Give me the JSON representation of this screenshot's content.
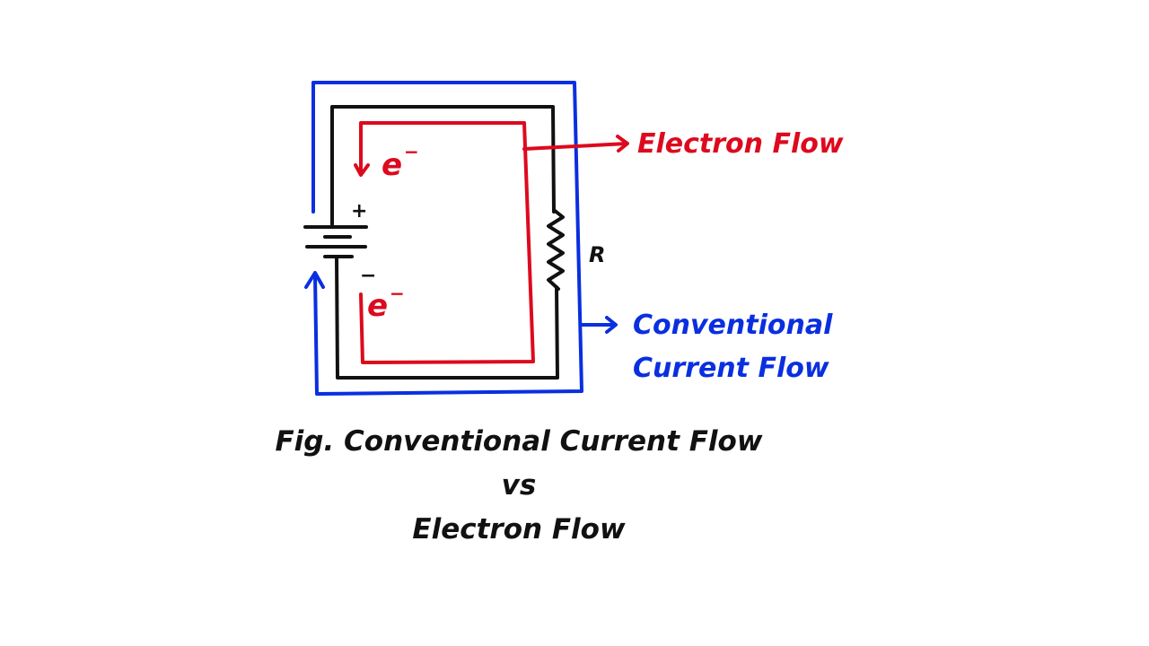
{
  "colors": {
    "circuit": "#111111",
    "electron": "#dd0a1e",
    "conventional": "#0a2fe0",
    "background": "#ffffff"
  },
  "diagram": {
    "battery": {
      "positive_symbol": "+",
      "negative_symbol": "−"
    },
    "resistor": {
      "label": "R"
    },
    "electron_markers": [
      "e",
      "e"
    ],
    "electron_superscript": "−",
    "labels": {
      "electron_flow": "Electron Flow",
      "conventional_line1": "Conventional",
      "conventional_line2": "Current Flow"
    }
  },
  "caption": {
    "line1": "Fig. Conventional Current Flow",
    "line2": "vs",
    "line3": "Electron Flow"
  }
}
